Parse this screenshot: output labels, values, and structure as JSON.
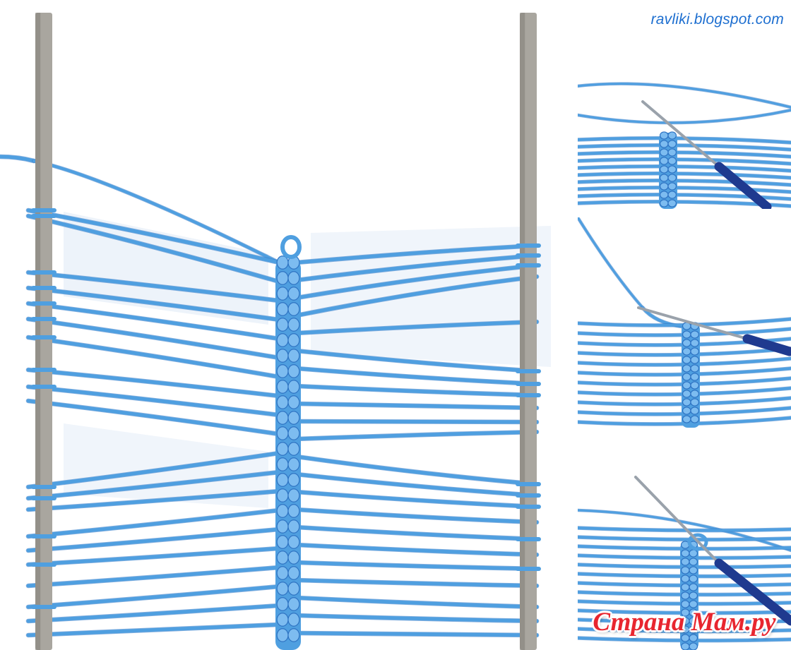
{
  "image": {
    "caption": "ravliki.blogspot.com",
    "watermark": "Страна Мам.ру"
  },
  "colors": {
    "yarn": "#4f9fe0",
    "yarn_dark": "#2e73c2",
    "yarn_light": "#7dbcf0",
    "needle": "#a9a69f",
    "needle_dark": "#7d7a73",
    "hook_handle": "#1f3a8f",
    "hook_metal": "#9aa2ab",
    "caption": "#1e6fd0",
    "watermark": "#e8262f",
    "background": "#ffffff"
  },
  "photos": [
    {
      "name": "main-photo",
      "subject": "hairpin-lace-strip-on-two-knitting-needles"
    },
    {
      "name": "step-photo-1",
      "subject": "crochet-hook-in-central-spine"
    },
    {
      "name": "step-photo-2",
      "subject": "crochet-hook-taking-working-thread"
    },
    {
      "name": "step-photo-3",
      "subject": "crochet-hook-pulled-through-loop"
    }
  ]
}
